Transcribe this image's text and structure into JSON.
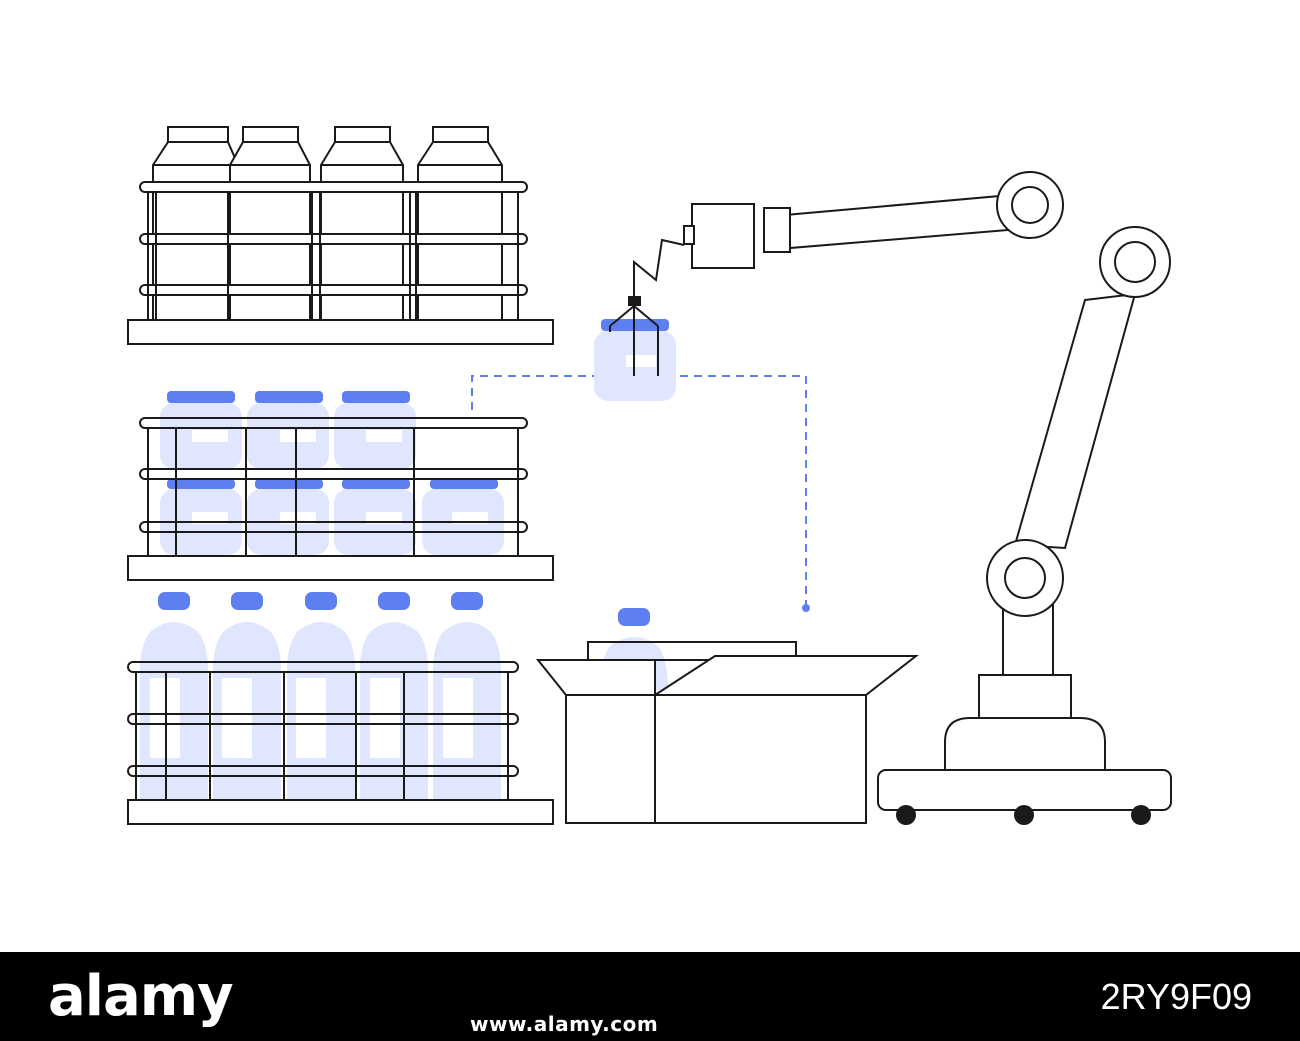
{
  "footer": {
    "brand": "alamy",
    "image_id": "2RY9F09",
    "url": "www.alamy.com"
  },
  "colors": {
    "accent": "#5d7ff0",
    "accent_pale": "#dfe6fd",
    "outline": "#1a1a1a",
    "footer_bg": "#000000"
  }
}
